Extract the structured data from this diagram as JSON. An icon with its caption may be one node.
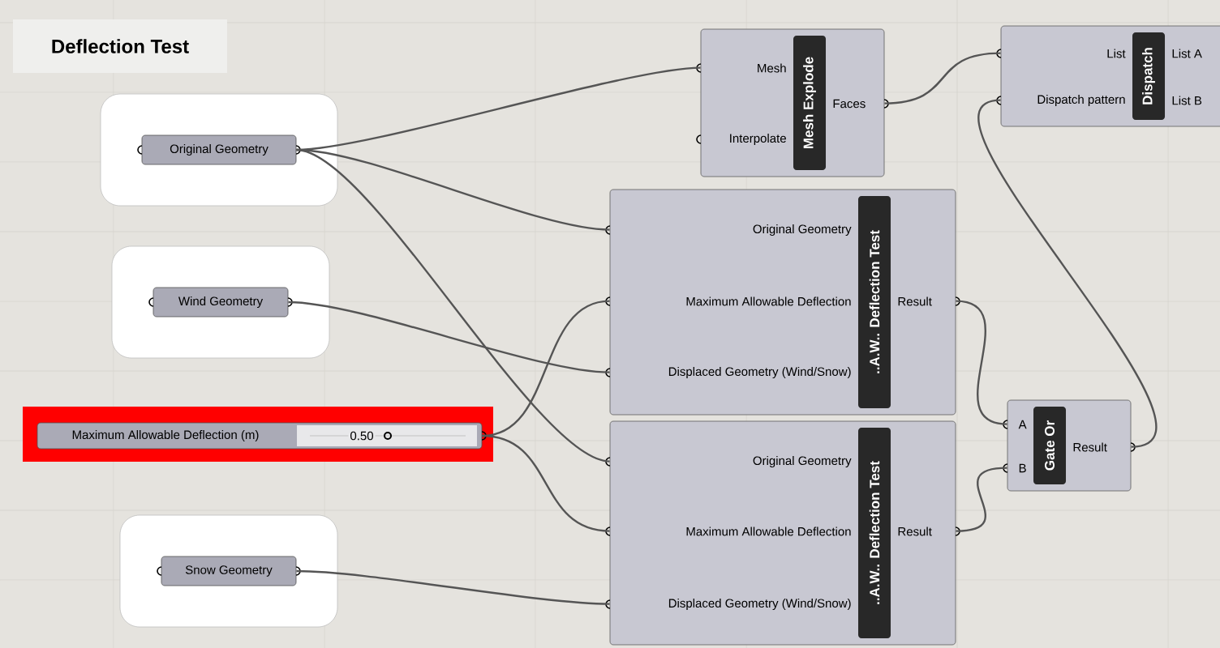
{
  "diagram": {
    "title": "Deflection Test",
    "nodes": [
      {
        "text": [],
        "shape": "box"
      },
      {
        "text": [
          "Original Geometry"
        ],
        "in": 0
      },
      {
        "text": [],
        "shape": "box"
      },
      {
        "text": [
          "Wind Geometry"
        ],
        "in": 2
      },
      {
        "text": [
          "Maximum Allowable Deflection (m)",
          "0.50"
        ]
      },
      {
        "text": [],
        "shape": "box"
      },
      {
        "text": [
          "Snow Geometry"
        ],
        "in": 5
      },
      {
        "text": [
          "Mesh Explode",
          "Mesh",
          "Interpolate",
          "Faces"
        ]
      },
      {
        "text": [
          "Dispatch",
          "List",
          "Dispatch pattern",
          "List A",
          "List B"
        ]
      },
      {
        "text": [
          "..A.W.. Deflection Test",
          "Original Geometry",
          "Maximum Allowable Deflection",
          "Displaced Geometry (Wind/Snow)",
          "Result"
        ]
      },
      {
        "text": [
          "..A.W.. Deflection Test",
          "Original Geometry",
          "Maximum Allowable Deflection",
          "Displaced Geometry (Wind/Snow)",
          "Result"
        ]
      },
      {
        "text": [
          "Gate Or",
          "A",
          "B",
          "Result"
        ]
      }
    ],
    "edges": [
      {
        "from": 1,
        "to": 7,
        "arrow": "none"
      },
      {
        "from": 1,
        "to": 9,
        "arrow": "none"
      },
      {
        "from": 1,
        "to": 10,
        "arrow": "none"
      },
      {
        "from": 3,
        "to": 9,
        "arrow": "none"
      },
      {
        "from": 4,
        "to": 9,
        "arrow": "none"
      },
      {
        "from": 4,
        "to": 10,
        "arrow": "none"
      },
      {
        "from": 6,
        "to": 10,
        "arrow": "none"
      },
      {
        "from": 7,
        "to": 8,
        "arrow": "none"
      },
      {
        "from": 9,
        "to": 11,
        "arrow": "none"
      },
      {
        "from": 10,
        "to": 11,
        "arrow": "none"
      },
      {
        "from": 11,
        "to": 8,
        "arrow": "none"
      }
    ]
  }
}
